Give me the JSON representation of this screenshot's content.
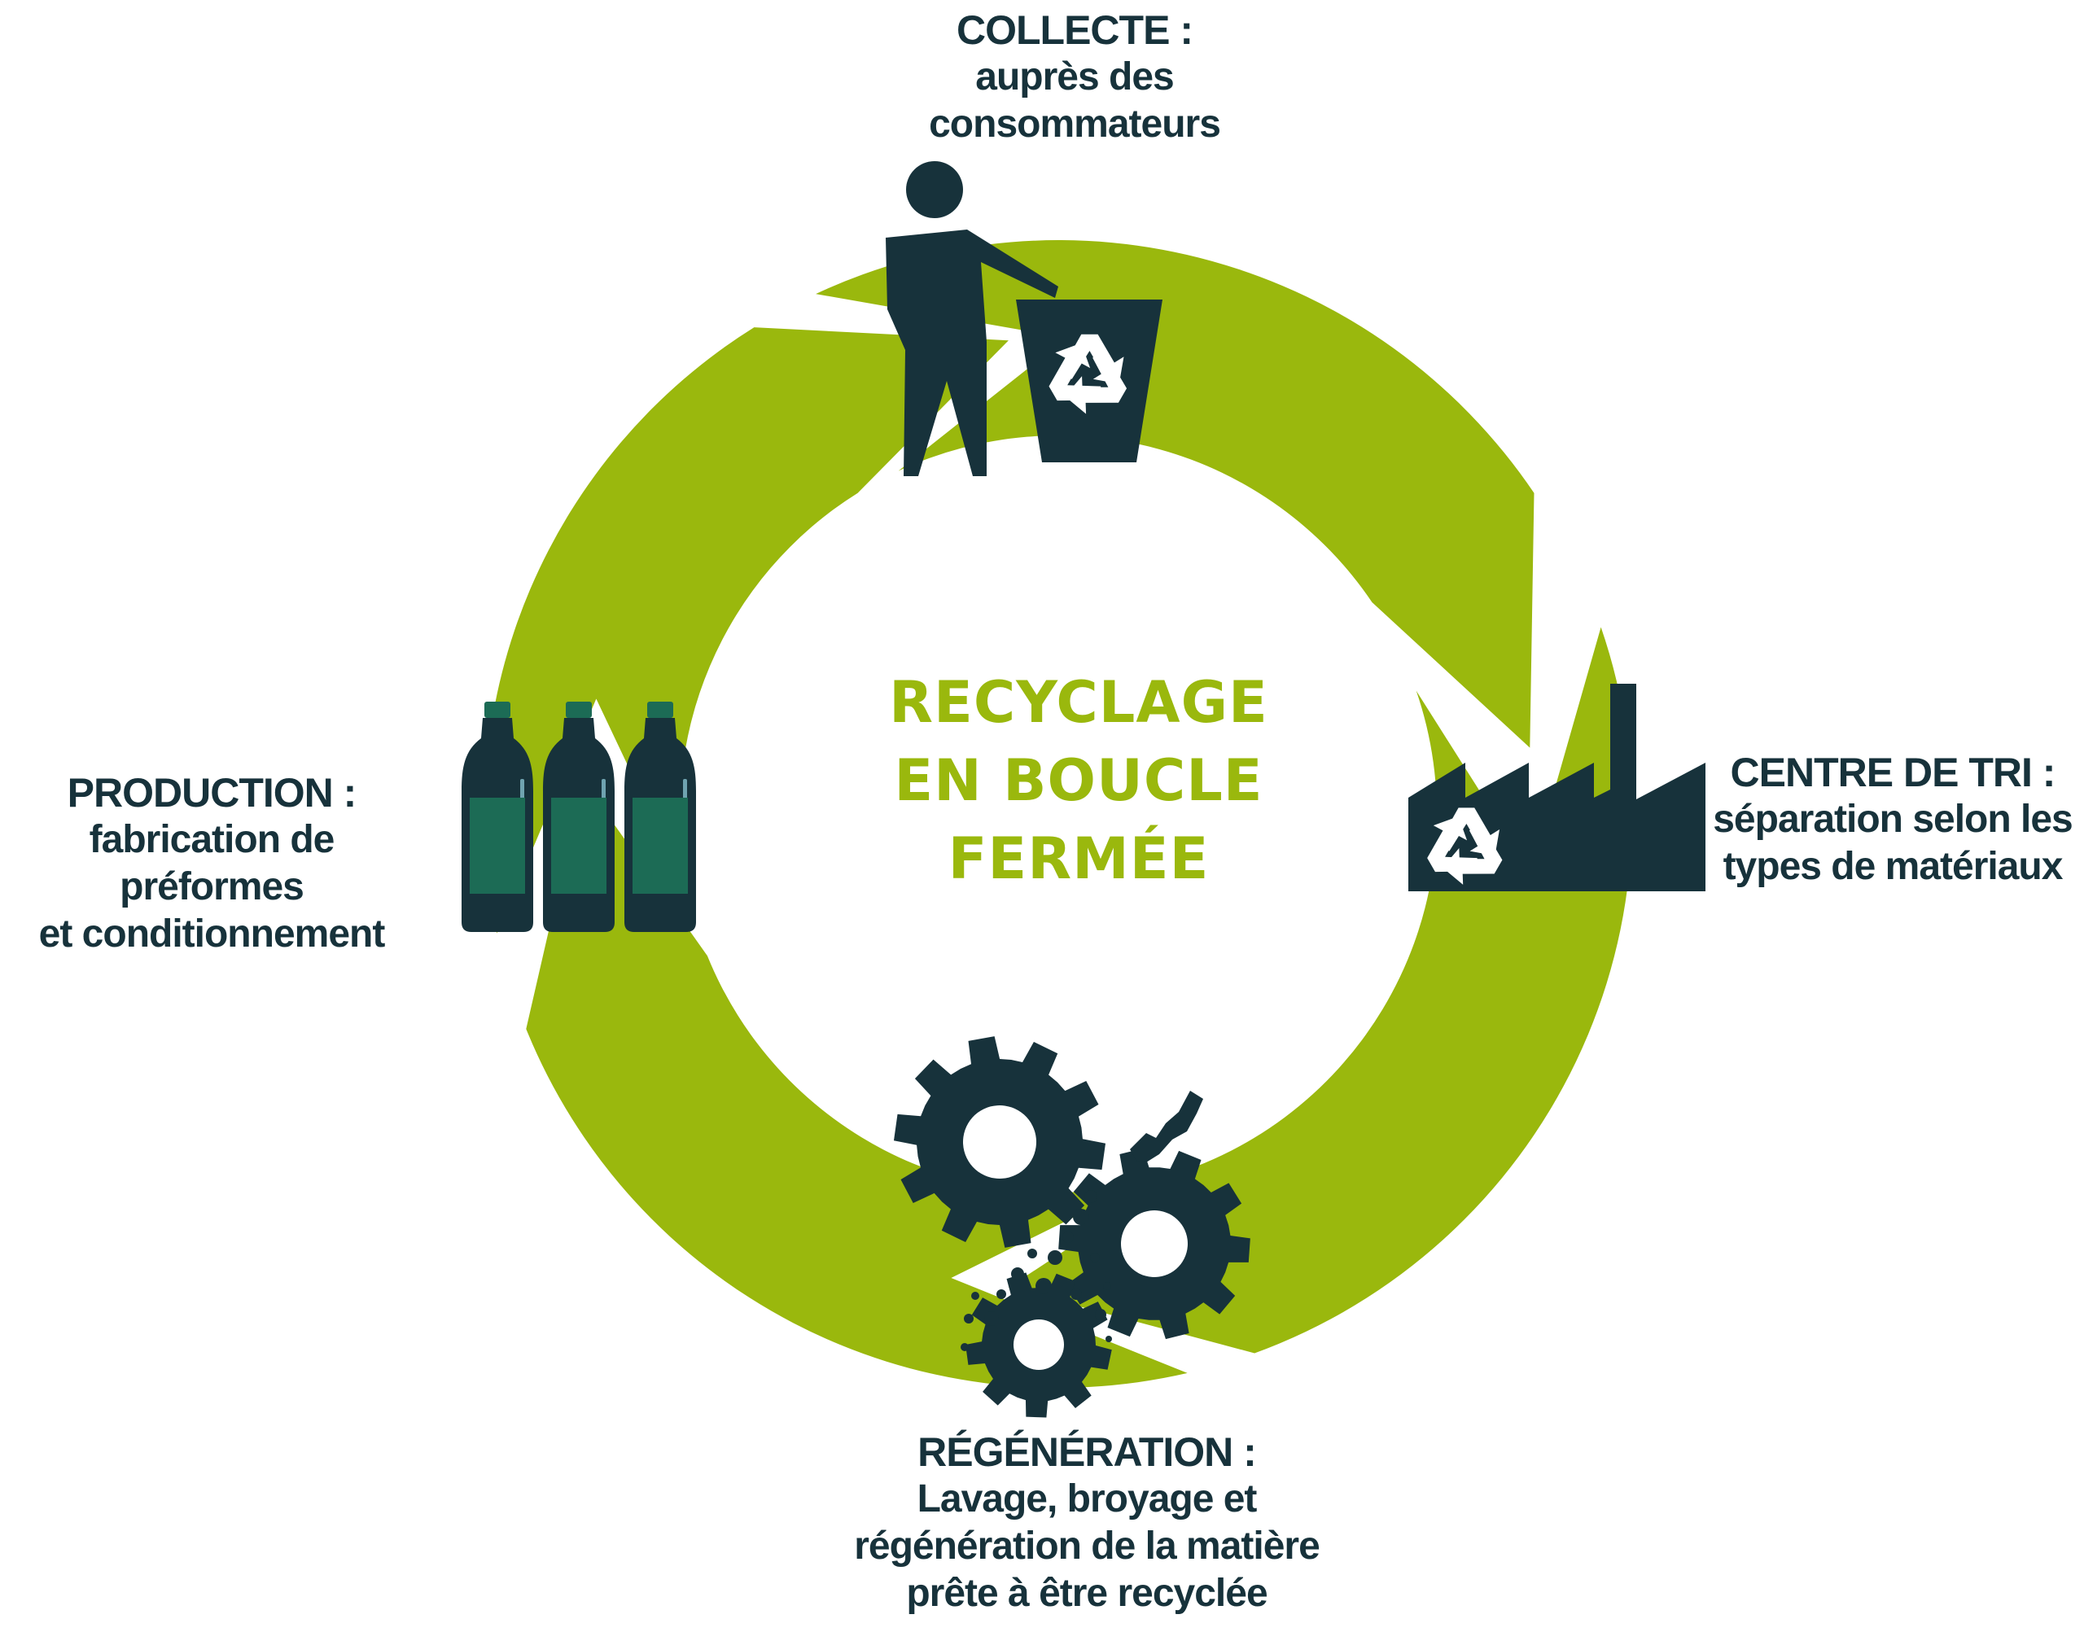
{
  "diagram": {
    "center": {
      "lines": [
        "RECYCLAGE",
        "EN BOUCLE",
        "FERMÉE"
      ]
    },
    "stages": {
      "collecte": {
        "title": "COLLECTE :",
        "lines": [
          "auprès des",
          "consommateurs"
        ],
        "icon": "person-recycle-bin-icon"
      },
      "tri": {
        "title": "CENTRE DE TRI :",
        "lines": [
          "séparation selon les",
          "types de matériaux"
        ],
        "icon": "factory-recycle-icon"
      },
      "regeneration": {
        "title": "RÉGÉNÉRATION :",
        "lines": [
          "Lavage, broyage et",
          "régénération de la matière",
          "prête à être recyclée"
        ],
        "icon": "gears-icon"
      },
      "production": {
        "title": "PRODUCTION :",
        "lines": [
          "fabrication de préformes",
          "et conditionnement"
        ],
        "icon": "bottles-icon"
      }
    }
  },
  "colors": {
    "ring": "#9ab80d",
    "icon": "#17323b",
    "label": "#17323b",
    "center_text": "#9ab80d",
    "bottle_label": "#1c6b55"
  }
}
